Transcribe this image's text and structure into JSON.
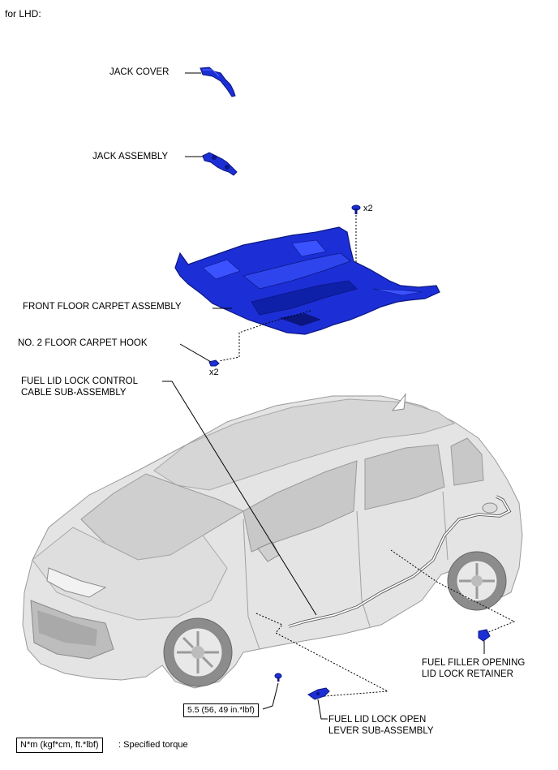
{
  "header": {
    "variant": "for LHD:"
  },
  "labels": {
    "jack_cover": "JACK COVER",
    "jack_assembly": "JACK ASSEMBLY",
    "front_floor_carpet": "FRONT FLOOR CARPET ASSEMBLY",
    "floor_carpet_hook": "NO. 2 FLOOR CARPET HOOK",
    "fuel_lid_cable": "FUEL LID LOCK CONTROL\nCABLE SUB-ASSEMBLY",
    "fuel_filler_retainer": "FUEL FILLER OPENING\nLID LOCK RETAINER",
    "fuel_lid_lever": "FUEL LID LOCK OPEN\nLEVER SUB-ASSEMBLY"
  },
  "quantities": {
    "clip_x2": "x2",
    "hook_x2": "x2"
  },
  "torque": {
    "lever_bolt": "5.5 (56, 49 in.*lbf)"
  },
  "legend": {
    "unit_box": "N*m (kgf*cm, ft.*lbf)",
    "text": ": Specified torque"
  },
  "colors": {
    "part": "#1c2fd6",
    "part_dark": "#0b1680",
    "car_body": "#e4e4e4",
    "car_shade": "#c8c8c8",
    "line": "#000000"
  }
}
